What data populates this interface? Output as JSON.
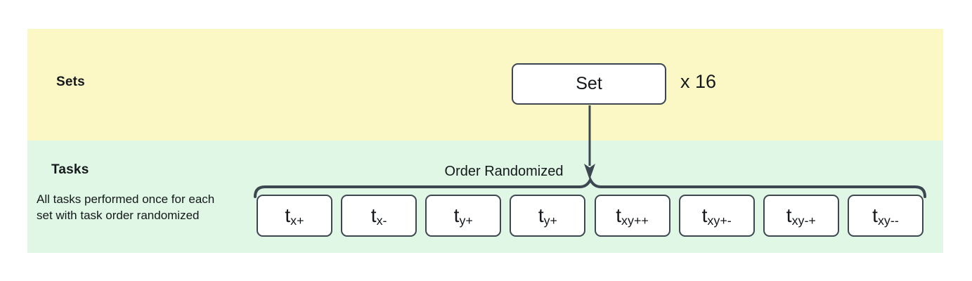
{
  "colors": {
    "sets_band": "#fbf8c6",
    "tasks_band": "#dff7e4",
    "stroke": "#3d4751",
    "box_fill": "#ffffff",
    "text": "#14181c"
  },
  "sets_lane": {
    "label": "Sets",
    "set_box_label": "Set",
    "multiplier": "x 16"
  },
  "tasks_lane": {
    "label": "Tasks",
    "note_lines": [
      "All tasks performed once for each",
      "set with task order randomized"
    ],
    "order_label": "Order Randomized",
    "tasks": [
      {
        "base": "t",
        "sub": "x+"
      },
      {
        "base": "t",
        "sub": "x-"
      },
      {
        "base": "t",
        "sub": "y+"
      },
      {
        "base": "t",
        "sub": "y+"
      },
      {
        "base": "t",
        "sub": "xy++"
      },
      {
        "base": "t",
        "sub": "xy+-"
      },
      {
        "base": "t",
        "sub": "xy-+"
      },
      {
        "base": "t",
        "sub": "xy--"
      }
    ]
  }
}
